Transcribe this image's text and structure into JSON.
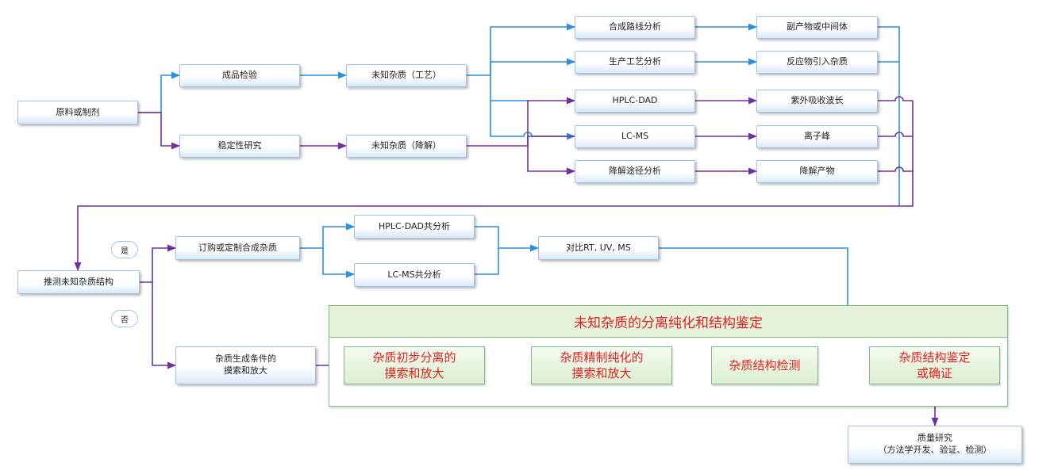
{
  "nodes": {
    "raw_material": "原料或制剂",
    "product_testing": "成品检验",
    "stability_study": "稳定性研究",
    "unknown_process": "未知杂质（工艺）",
    "unknown_degradation": "未知杂质（降解）",
    "route_analysis": "合成路线分析",
    "process_analysis": "生产工艺分析",
    "hplc_dad": "HPLC-DAD",
    "lc_ms": "LC-MS",
    "degradation_pathway": "降解途径分析",
    "byproduct": "副产物或中间体",
    "reactant_impurity": "反应物引入杂质",
    "uv_wavelength": "紫外吸收波长",
    "ion_peak": "离子峰",
    "degradation_product": "降解产物",
    "infer_structure": "推测未知杂质结构",
    "yes": "是",
    "no": "否",
    "purchase_synthesis": "订购或定制合成杂质",
    "hplc_dad_co": "HPLC-DAD共分析",
    "lc_ms_co": "LC-MS共分析",
    "compare": "对比RT, UV, MS",
    "generation_conditions": "杂质生成条件的\n摸索和放大",
    "quality_research": "质量研究\n（方法学开发、验证、检测）"
  },
  "panel": {
    "title": "未知杂质的分离纯化和结构鉴定",
    "steps": [
      "杂质初步分离的\n摸索和放大",
      "杂质精制纯化的\n摸索和放大",
      "杂质结构检测",
      "杂质结构鉴定\n或确证"
    ]
  },
  "colors": {
    "blue_arrow": "#2b8fde",
    "purple_arrow": "#7030a0",
    "box_border": "#9ec3ea",
    "panel_border": "#7fbf7f",
    "panel_fill": "#e4f2dc",
    "panel_text": "#e02020"
  }
}
